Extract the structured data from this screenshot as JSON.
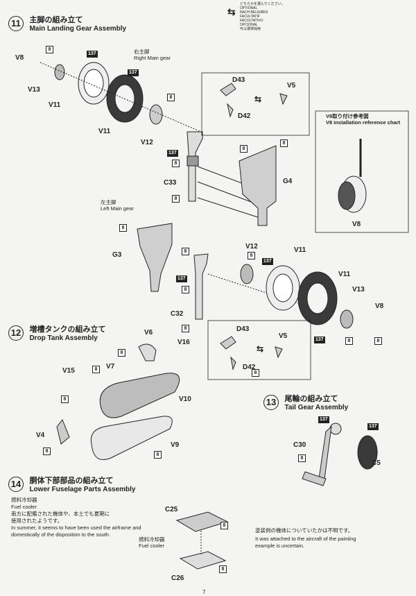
{
  "legend": {
    "lines": [
      "どちらかを選んでください。",
      "OPTIONAL",
      "NACH BELIEBEN",
      "FACULTATIF",
      "FACOLTATIVO",
      "OPCIONAL",
      "可以選擇採用"
    ]
  },
  "step11": {
    "num": "11",
    "title_jp": "主脚の組み立て",
    "title_en": "Main Landing Gear Assembly",
    "right_gear_jp": "右主脚",
    "right_gear_en": "Right Main gear",
    "left_gear_jp": "左主脚",
    "left_gear_en": "Left Main gear",
    "parts": {
      "V8": "V8",
      "V13": "V13",
      "V11": "V11",
      "V12": "V12",
      "C33": "C33",
      "G4": "G4",
      "D43": "D43",
      "D42": "D42",
      "V5": "V5",
      "G3": "G3",
      "C32": "C32"
    },
    "ref_jp": "V8取り付け参考図",
    "ref_en": "V8 installation reference chart",
    "ref_part": "V8"
  },
  "step12": {
    "num": "12",
    "title_jp": "増槽タンクの組み立て",
    "title_en": "Drop Tank Assembly",
    "parts": {
      "V6": "V6",
      "V16": "V16",
      "V15": "V15",
      "V7": "V7",
      "V10": "V10",
      "V4": "V4",
      "V9": "V9"
    }
  },
  "step13": {
    "num": "13",
    "title_jp": "尾輪の組み立て",
    "title_en": "Tail Gear Assembly",
    "parts": {
      "C30": "C30",
      "C5": "C5"
    }
  },
  "step14": {
    "num": "14",
    "title_jp": "胴体下部部品の組み立て",
    "title_en": "Lower Fuselage Parts Assembly",
    "parts": {
      "C25": "C25",
      "C26": "C26"
    },
    "fuel_cooler_jp": "燃料冷却器",
    "fuel_cooler_en": "Fuel cooler",
    "note_jp_1": "南方に配備された機体や、本土でも夏期に",
    "note_jp_2": "使用されたようです。",
    "note_en_1": "In summer, it seems to have been used the airframe and",
    "note_en_2": "domestically of the disposition to the south.",
    "fuel_cooler2_jp": "燃料冷却器",
    "fuel_cooler2_en": "Fuel cooler",
    "paint_jp": "塗装例の機体についていたかは不明です。",
    "paint_en_1": "It was attached to the aircraft of the painting",
    "paint_en_2": "example is uncertain."
  },
  "badges": {
    "c8": "8",
    "c137": "137"
  },
  "page_number": "7",
  "colors": {
    "ink": "#222222",
    "paper": "#f4f4f2",
    "part_fill": "#bdbdbd",
    "tire": "#3a3a3a"
  }
}
